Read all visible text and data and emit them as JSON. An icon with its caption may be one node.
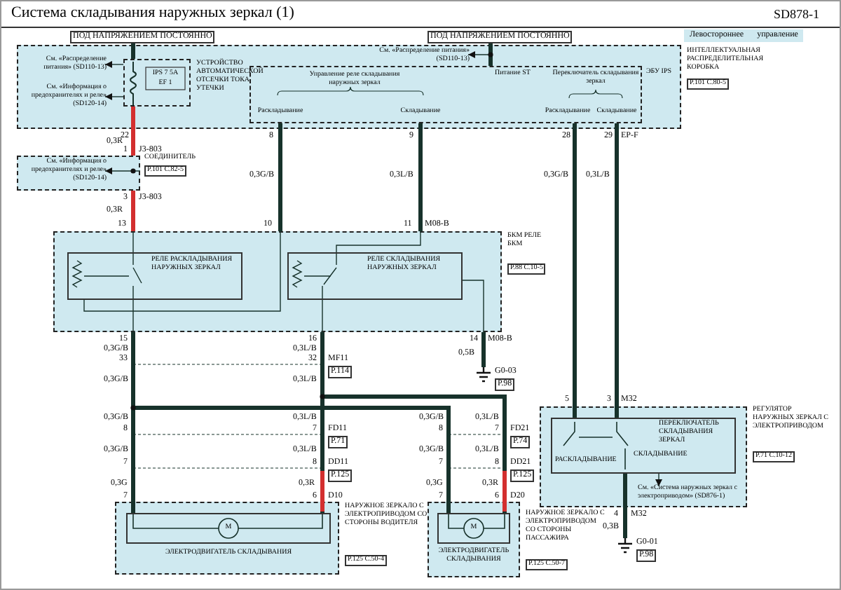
{
  "diagram": {
    "title": "Система складывания наружных зеркал (1)",
    "nodes": [
      {
        "text": [
          "ИНТЕЛЛЕКТУАЛЬНАЯ РАСПРЕДЕЛИТЕЛЬНАЯ КОРОБКА",
          "P.101 C.80-5"
        ]
      },
      {
        "text": [
          "См. «Распределение питания» (SD110-13)"
        ],
        "in": 0
      },
      {
        "text": [
          "IPS 7 5A",
          "EF 1",
          "УСТРОЙСТВО АВТОМАТИЧЕСКОЙ ОТСЕЧКИ ТОКА УТЕЧКИ"
        ],
        "in": 0
      },
      {
        "text": [
          "См. «Информация о предохранителях и реле» (SD120-14)"
        ],
        "in": 0
      },
      {
        "text": [
          "ЭБУ IPS",
          "Управление реле складывания наружных зеркал",
          "Раскладывание",
          "Складывание",
          "Питание ST",
          "Переключатель складывания зеркал",
          "Раскладывание",
          "Складывание"
        ],
        "in": 0
      },
      {
        "text": [
          "См. «Распределение питания» (SD110-13)"
        ],
        "in": 0
      },
      {
        "text": [
          "СОЕДИНИТЕЛЬ",
          "P.101 C.82-5"
        ]
      },
      {
        "text": [
          "См. «Информация о предохранителях и реле» (SD120-14)"
        ],
        "in": 6
      },
      {
        "text": [
          "БКМ РЕЛЕ БКМ",
          "P.88 C.10-5"
        ]
      },
      {
        "text": [
          "РЕЛЕ РАСКЛАДЫВАНИЯ НАРУЖНЫХ ЗЕРКАЛ"
        ],
        "in": 8
      },
      {
        "text": [
          "РЕЛЕ СКЛАДЫВАНИЯ НАРУЖНЫХ ЗЕРКАЛ"
        ],
        "in": 8
      },
      {
        "text": [],
        "shape": "ground",
        "beside": [
          "G0-03",
          "P.98"
        ]
      },
      {
        "text": [
          "НАРУЖНОЕ ЗЕРКАЛО С ЭЛЕКТРОПРИВОДОМ СО СТОРОНЫ ВОДИТЕЛЯ",
          "P.125 C.50-4"
        ]
      },
      {
        "text": [
          "M",
          "ЭЛЕКТРОДВИГАТЕЛЬ СКЛАДЫВАНИЯ"
        ],
        "in": 12
      },
      {
        "text": [
          "НАРУЖНОЕ ЗЕРКАЛО С ЭЛЕКТРОПРИВОДОМ СО СТОРОНЫ ПАССАЖИРА",
          "P.125 C.50-7"
        ]
      },
      {
        "text": [
          "M",
          "ЭЛЕКТРОДВИГАТЕЛЬ СКЛАДЫВАНИЯ"
        ],
        "in": 14
      },
      {
        "text": [
          "РЕГУЛЯТОР НАРУЖНЫХ ЗЕРКАЛ С ЭЛЕКТРОПРИВОДОМ",
          "P.71 C.10-12"
        ]
      },
      {
        "text": [
          "ПЕРЕКЛЮЧАТЕЛЬ СКЛАДЫВАНИЯ ЗЕРКАЛ",
          "РАСКЛАДЫВАНИЕ",
          "СКЛАДЫВАНИЕ"
        ],
        "in": 16
      },
      {
        "text": [
          "См. «Система наружных зеркал с электроприводом» (SD876-1)"
        ],
        "in": 16
      },
      {
        "text": [],
        "shape": "ground",
        "beside": [
          "G0-01",
          "P.98"
        ]
      }
    ],
    "edges": [
      {
        "from": 2,
        "to": 1,
        "arrow": "to"
      },
      {
        "from": 2,
        "to": 3,
        "arrow": "to"
      },
      {
        "from": 4,
        "to": 5,
        "arrow": "to"
      },
      {
        "from": 6,
        "to": 7,
        "arrow": "to"
      },
      {
        "from": 2,
        "to": 6,
        "arrow": "none",
        "label": "0,3R",
        "color": "#d32f2f"
      },
      {
        "from": 6,
        "to": 8,
        "arrow": "none",
        "label": "0,3R",
        "color": "#d32f2f"
      },
      {
        "from": 4,
        "to": 8,
        "arrow": "none",
        "label": "0,3G/B"
      },
      {
        "from": 4,
        "to": 8,
        "arrow": "none",
        "label": "0,3L/B"
      },
      {
        "from": 8,
        "to": 11,
        "arrow": "none",
        "label": "0,5B"
      },
      {
        "from": 8,
        "to": 13,
        "arrow": "none",
        "label": "0,3G/B"
      },
      {
        "from": 8,
        "to": 13,
        "arrow": "none",
        "label": "0,3L/B"
      },
      {
        "from": 8,
        "to": 15,
        "arrow": "none",
        "label": "0,3G/B"
      },
      {
        "from": 8,
        "to": 15,
        "arrow": "none",
        "label": "0,3L/B"
      },
      {
        "from": 4,
        "to": 17,
        "arrow": "none",
        "label": "0,3G/B"
      },
      {
        "from": 4,
        "to": 17,
        "arrow": "none",
        "label": "0,3L/B"
      },
      {
        "from": 17,
        "to": 19,
        "arrow": "none",
        "label": "0,3B"
      },
      {
        "from": 17,
        "to": 18,
        "arrow": "to"
      }
    ],
    "labels": [
      "SD878-1",
      "ПОД НАПРЯЖЕНИЕМ ПОСТОЯННО",
      "ПОД НАПРЯЖЕНИЕМ ПОСТОЯННО",
      "Левостороннее управление",
      "22",
      "8",
      "9",
      "28",
      "29",
      "EP-F",
      "1",
      "J3-803",
      "3",
      "J3-803",
      "13",
      "10",
      "11",
      "M08-B",
      "15",
      "16",
      "14",
      "M08-B",
      "33",
      "32",
      "MF11",
      "P.114",
      "0,3G/B",
      "0,3L/B",
      "5",
      "3",
      "M32",
      "0,3G/B",
      "0,3L/B",
      "8",
      "7",
      "FD11",
      "8",
      "7",
      "FD21",
      "P.71",
      "P.74",
      "0,3G/B",
      "0,3L/B",
      "0,3G/B",
      "0,3L/B",
      "7",
      "8",
      "DD11",
      "7",
      "8",
      "DD21",
      "P.125",
      "P.125",
      "0,3G",
      "0,3R",
      "0,3G",
      "0,3R",
      "7",
      "6",
      "D10",
      "7",
      "6",
      "D20",
      "4",
      "M32"
    ]
  }
}
